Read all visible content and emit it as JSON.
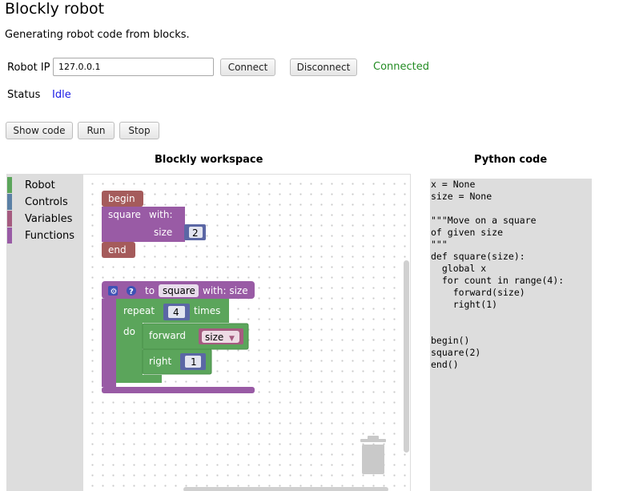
{
  "page": {
    "title": "Blockly robot",
    "subtitle": "Generating robot code from blocks."
  },
  "robot": {
    "ip_label": "Robot IP",
    "ip_value": "127.0.0.1",
    "connect_label": "Connect",
    "disconnect_label": "Disconnect",
    "connection_status": "Connected",
    "status_label": "Status",
    "status_value": "Idle"
  },
  "toolbar": {
    "show_code_label": "Show code",
    "run_label": "Run",
    "stop_label": "Stop"
  },
  "workspace": {
    "header": "Blockly workspace",
    "categories": [
      {
        "label": "Robot",
        "color": "#5ba55b"
      },
      {
        "label": "Controls",
        "color": "#5b80a5"
      },
      {
        "label": "Variables",
        "color": "#a55b80"
      },
      {
        "label": "Functions",
        "color": "#995ba5"
      }
    ],
    "blocks": {
      "begin_label": "begin",
      "call_name": "square",
      "call_with": "with:",
      "call_param": "size",
      "call_value": "2",
      "end_label": "end",
      "def_to": "to",
      "def_name": "square",
      "def_with": "with: size",
      "repeat_label": "repeat",
      "repeat_count": "4",
      "repeat_times": "times",
      "do_label": "do",
      "forward_label": "forward",
      "forward_var": "size",
      "right_label": "right",
      "right_value": "1"
    }
  },
  "code": {
    "header": "Python code",
    "lines": [
      "x = None",
      "size = None",
      "",
      "\"\"\"Move on a square",
      "of given size",
      "\"\"\"",
      "def square(size):",
      "  global x",
      "  for count in range(4):",
      "    forward(size)",
      "    right(1)",
      "",
      "",
      "begin()",
      "square(2)",
      "end()"
    ]
  }
}
